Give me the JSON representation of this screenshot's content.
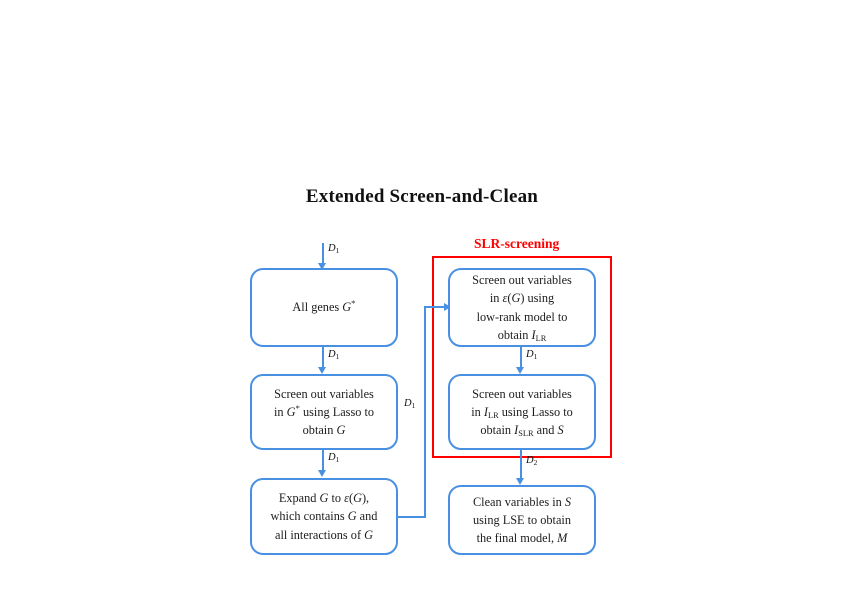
{
  "diagram": {
    "title": "Extended Screen-and-Clean",
    "type": "flowchart",
    "accent_color_nodes": "#4a90e2",
    "accent_color_group": "#ff0000",
    "background": "#ffffff"
  },
  "group": {
    "label": "SLR-screening",
    "color": "#ff0000",
    "contains": [
      "node-screen-lowrank",
      "node-screen-lasso-ilr"
    ]
  },
  "nodes": [
    {
      "id": "node-all-genes",
      "name": "all-genes-node",
      "lines": [
        [
          {
            "t": "All genes ",
            "s": "n"
          },
          {
            "t": "G",
            "s": "i"
          },
          {
            "t": "*",
            "s": "sup"
          }
        ]
      ],
      "plain": "All genes G*"
    },
    {
      "id": "node-screen-lasso-g",
      "name": "screen-lasso-genes-node",
      "lines": [
        [
          {
            "t": "Screen out variables",
            "s": "n"
          }
        ],
        [
          {
            "t": "in ",
            "s": "n"
          },
          {
            "t": "G",
            "s": "i"
          },
          {
            "t": "*",
            "s": "sup"
          },
          {
            "t": " using Lasso to",
            "s": "n"
          }
        ],
        [
          {
            "t": "obtain ",
            "s": "n"
          },
          {
            "t": "G",
            "s": "i"
          }
        ]
      ],
      "plain": "Screen out variables in G* using Lasso to obtain G"
    },
    {
      "id": "node-expand",
      "name": "expand-interactions-node",
      "lines": [
        [
          {
            "t": "Expand ",
            "s": "n"
          },
          {
            "t": "G",
            "s": "i"
          },
          {
            "t": " to ",
            "s": "n"
          },
          {
            "t": "ε",
            "s": "i"
          },
          {
            "t": "(",
            "s": "n"
          },
          {
            "t": "G",
            "s": "i"
          },
          {
            "t": "),",
            "s": "n"
          }
        ],
        [
          {
            "t": "which contains ",
            "s": "n"
          },
          {
            "t": "G",
            "s": "i"
          },
          {
            "t": " and",
            "s": "n"
          }
        ],
        [
          {
            "t": "all interactions of ",
            "s": "n"
          },
          {
            "t": "G",
            "s": "i"
          }
        ]
      ],
      "plain": "Expand G to ε(G), which contains G and all interactions of G"
    },
    {
      "id": "node-screen-lowrank",
      "name": "screen-lowrank-node",
      "lines": [
        [
          {
            "t": "Screen out variables",
            "s": "n"
          }
        ],
        [
          {
            "t": "in ",
            "s": "n"
          },
          {
            "t": "ε",
            "s": "i"
          },
          {
            "t": "(",
            "s": "n"
          },
          {
            "t": "G",
            "s": "i"
          },
          {
            "t": ") using",
            "s": "n"
          }
        ],
        [
          {
            "t": "low-rank model to",
            "s": "n"
          }
        ],
        [
          {
            "t": "obtain ",
            "s": "n"
          },
          {
            "t": "I",
            "s": "i"
          },
          {
            "t": "LR",
            "s": "sub"
          }
        ]
      ],
      "plain": "Screen out variables in ε(G) using low-rank model to obtain I_LR"
    },
    {
      "id": "node-screen-lasso-ilr",
      "name": "screen-lasso-ilr-node",
      "lines": [
        [
          {
            "t": "Screen out variables",
            "s": "n"
          }
        ],
        [
          {
            "t": "in ",
            "s": "n"
          },
          {
            "t": "I",
            "s": "i"
          },
          {
            "t": "LR",
            "s": "sub"
          },
          {
            "t": " using Lasso to",
            "s": "n"
          }
        ],
        [
          {
            "t": "obtain ",
            "s": "n"
          },
          {
            "t": "I",
            "s": "i"
          },
          {
            "t": "SLR",
            "s": "sub"
          },
          {
            "t": " and ",
            "s": "n"
          },
          {
            "t": "S",
            "s": "i"
          }
        ]
      ],
      "plain": "Screen out variables in I_LR using Lasso to obtain I_SLR and S"
    },
    {
      "id": "node-clean",
      "name": "clean-lse-node",
      "lines": [
        [
          {
            "t": "Clean variables in ",
            "s": "n"
          },
          {
            "t": "S",
            "s": "i"
          }
        ],
        [
          {
            "t": "using LSE to obtain",
            "s": "n"
          }
        ],
        [
          {
            "t": "the final model, ",
            "s": "n"
          },
          {
            "t": "M",
            "s": "i"
          }
        ]
      ],
      "plain": "Clean variables in S using LSE to obtain the final model, M"
    }
  ],
  "edges": [
    {
      "id": "edge-entry",
      "name": "edge-entry-to-all-genes",
      "label": "D",
      "sub": "1",
      "from": "start",
      "to": "node-all-genes"
    },
    {
      "id": "edge-1",
      "name": "edge-all-genes-to-screen-lasso",
      "label": "D",
      "sub": "1",
      "from": "node-all-genes",
      "to": "node-screen-lasso-g"
    },
    {
      "id": "edge-2",
      "name": "edge-screen-lasso-to-expand",
      "label": "D",
      "sub": "1",
      "from": "node-screen-lasso-g",
      "to": "node-expand"
    },
    {
      "id": "edge-3",
      "name": "edge-expand-to-screen-lowrank",
      "label": "D",
      "sub": "1",
      "from": "node-expand",
      "to": "node-screen-lowrank"
    },
    {
      "id": "edge-4",
      "name": "edge-lowrank-to-lasso-ilr",
      "label": "D",
      "sub": "1",
      "from": "node-screen-lowrank",
      "to": "node-screen-lasso-ilr"
    },
    {
      "id": "edge-5",
      "name": "edge-lasso-ilr-to-clean",
      "label": "D",
      "sub": "2",
      "from": "node-screen-lasso-ilr",
      "to": "node-clean"
    }
  ]
}
